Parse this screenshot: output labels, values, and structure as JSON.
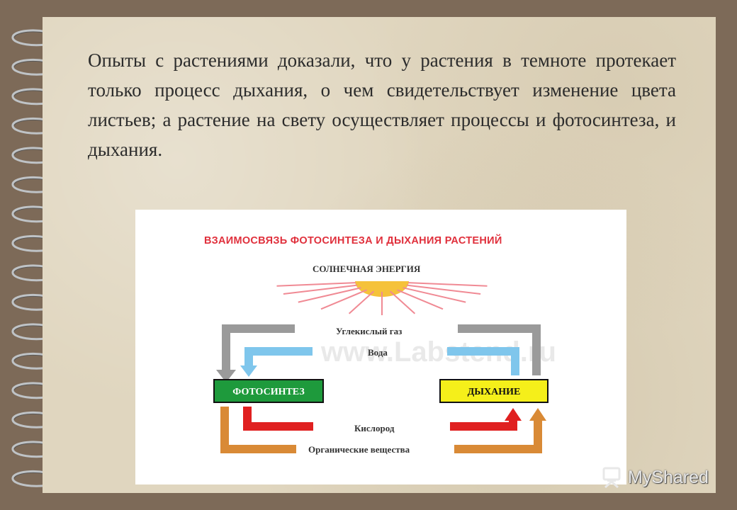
{
  "slide": {
    "paragraph": "Опыты с растениями доказали, что у растения в темноте протекает только процесс дыхания, о чем свидетельствует изменение цвета листьев; а растение на свету осуществляет процессы и фотосинтеза, и дыхания."
  },
  "diagram": {
    "title": "ВЗАИМОСВЯЗЬ ФОТОСИНТЕЗА И ДЫХАНИЯ РАСТЕНИЙ",
    "energy_label": "СОЛНЕЧНАЯ ЭНЕРГИЯ",
    "co2_label": "Углекислый газ",
    "water_label": "Вода",
    "left_box": "ФОТОСИНТЕЗ",
    "right_box": "ДЫХАНИЕ",
    "oxygen_label": "Кислород",
    "organic_label": "Органические вещества",
    "watermark": "www.Labstend.ru",
    "colors": {
      "title": "#e0303c",
      "photosynthesis_box": "#1e9a3c",
      "respiration_box": "#f5ef1a",
      "co2_arrow": "#9a9a9a",
      "water_arrow": "#7fc6ec",
      "oxygen_arrow": "#e02020",
      "organic_arrow": "#d98a36",
      "sun": "#f5c23a",
      "rays": "#f08a94"
    }
  },
  "branding": {
    "logo_text": "MyShared"
  }
}
